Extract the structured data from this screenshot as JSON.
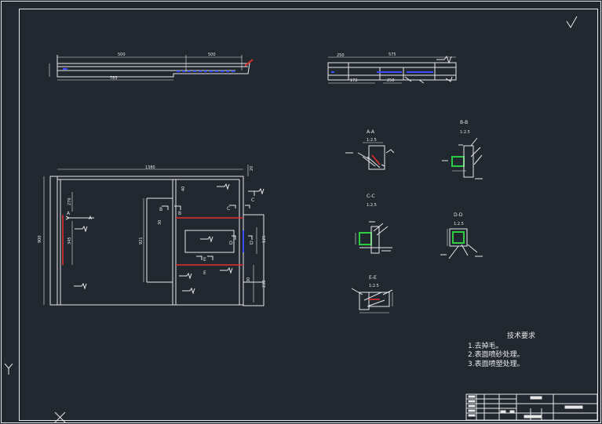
{
  "top_view": {
    "dims": [
      "500",
      "500",
      "783"
    ]
  },
  "right_top_view": {
    "dims": [
      "250",
      "575",
      "172",
      "250"
    ]
  },
  "main_view": {
    "dims": {
      "width": "1380",
      "height": "900",
      "d1": "270",
      "d2": "345",
      "d3": "921",
      "d4": "40",
      "d5": "125",
      "d6": "20",
      "d7": "30",
      "d8": "230",
      "d9": "30"
    },
    "cut_labels": [
      "A",
      "A",
      "B",
      "B",
      "C",
      "C",
      "D",
      "D",
      "E",
      "E"
    ]
  },
  "sections": {
    "aa": {
      "title": "A-A",
      "scale": "1:2.5"
    },
    "bb": {
      "title": "B-B",
      "scale": "1:2.5"
    },
    "cc": {
      "title": "C-C",
      "scale": "1:2.5"
    },
    "dd": {
      "title": "D-D",
      "scale": "1:2.5"
    },
    "ee": {
      "title": "E-E",
      "scale": "1:2.5"
    }
  },
  "tech_requirements": {
    "title": "技术要求",
    "items": [
      "1.去掉毛。",
      "2.表面喷砂处理。",
      "3.表面喷塑处理。"
    ]
  },
  "colors": {
    "background": "#212830",
    "line": "#e8e8e8",
    "accent_green": "#2ecc40",
    "accent_red": "#e03030",
    "accent_blue": "#3a4dff"
  }
}
